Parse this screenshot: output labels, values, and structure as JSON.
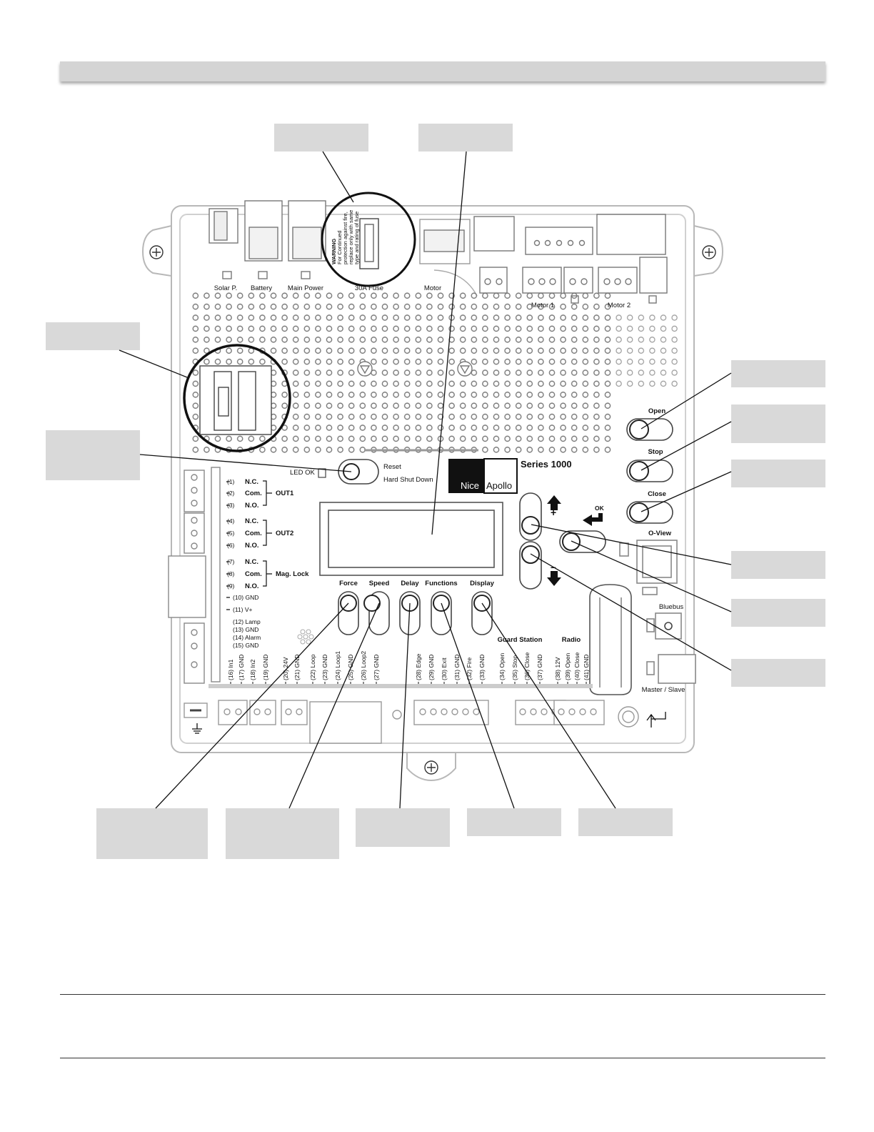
{
  "connectors": {
    "solar": "Solar P.",
    "battery": "Battery",
    "main_power": "Main Power",
    "fuse": "30A Fuse",
    "motor": "Motor",
    "motor1": "Motor 1",
    "motor2": "Motor 2"
  },
  "warning": {
    "title": "WARNING",
    "line1": "For Continued",
    "line2": "protection against fire,",
    "line3": "replace only with same",
    "line4": "type and rating of fuse"
  },
  "reset": {
    "led_ok": "LED OK",
    "reset": "Reset",
    "hard_shut_down": "Hard Shut Down"
  },
  "brand": {
    "nice": "Nice",
    "apollo": "Apollo",
    "series": "Series 1000"
  },
  "side_buttons": {
    "open": "Open",
    "stop": "Stop",
    "close": "Close",
    "oview": "O-View",
    "bluebus": "Bluebus",
    "master_slave": "Master / Slave"
  },
  "nav": {
    "plus": "+",
    "minus": "–",
    "ok": "OK"
  },
  "pots": {
    "force": "Force",
    "speed": "Speed",
    "delay": "Delay",
    "functions": "Functions",
    "display": "Display"
  },
  "terminals_left": {
    "t1": "(1)",
    "nc1": "N.C.",
    "t2": "(2)",
    "com1": "Com.",
    "t3": "(3)",
    "no1": "N.O.",
    "out1": "OUT1",
    "t4": "(4)",
    "nc2": "N.C.",
    "t5": "(5)",
    "com2": "Com.",
    "t6": "(6)",
    "no2": "N.O.",
    "out2": "OUT2",
    "t7": "(7)",
    "nc3": "N.C.",
    "t8": "(8)",
    "com3": "Com.",
    "t9": "(9)",
    "no3": "N.O.",
    "maglock": "Mag. Lock",
    "t10": "(10) GND",
    "t11": "(11) V+",
    "t12": "(12) Lamp",
    "t13": "(13) GND",
    "t14": "(14) Alarm",
    "t15": "(15) GND"
  },
  "groups": {
    "guard_station": "Guard Station",
    "radio": "Radio"
  },
  "terminals_bottom": [
    "(16) In1",
    "(17) GND",
    "(18) In2",
    "(19) GND",
    "(20) 24V",
    "(21) GND",
    "(22) Loop",
    "(23) GND",
    "(24) Loop1",
    "(25) GND",
    "(26) Loop2",
    "(27) GND",
    "(28) Edge",
    "(29) GND",
    "(30) Exit",
    "(31) GND",
    "(32) Fire",
    "(33) GND",
    "(34) Open",
    "(35) Stop",
    "(36) Close",
    "(37) GND",
    "(38) 12V",
    "(39) Open",
    "(40) Close",
    "(41) GND"
  ],
  "colors": {
    "callout": "#d9d9d9",
    "title_bar": "#d4d4d4",
    "board_outline": "#b8b8b8",
    "ink": "#111111"
  }
}
